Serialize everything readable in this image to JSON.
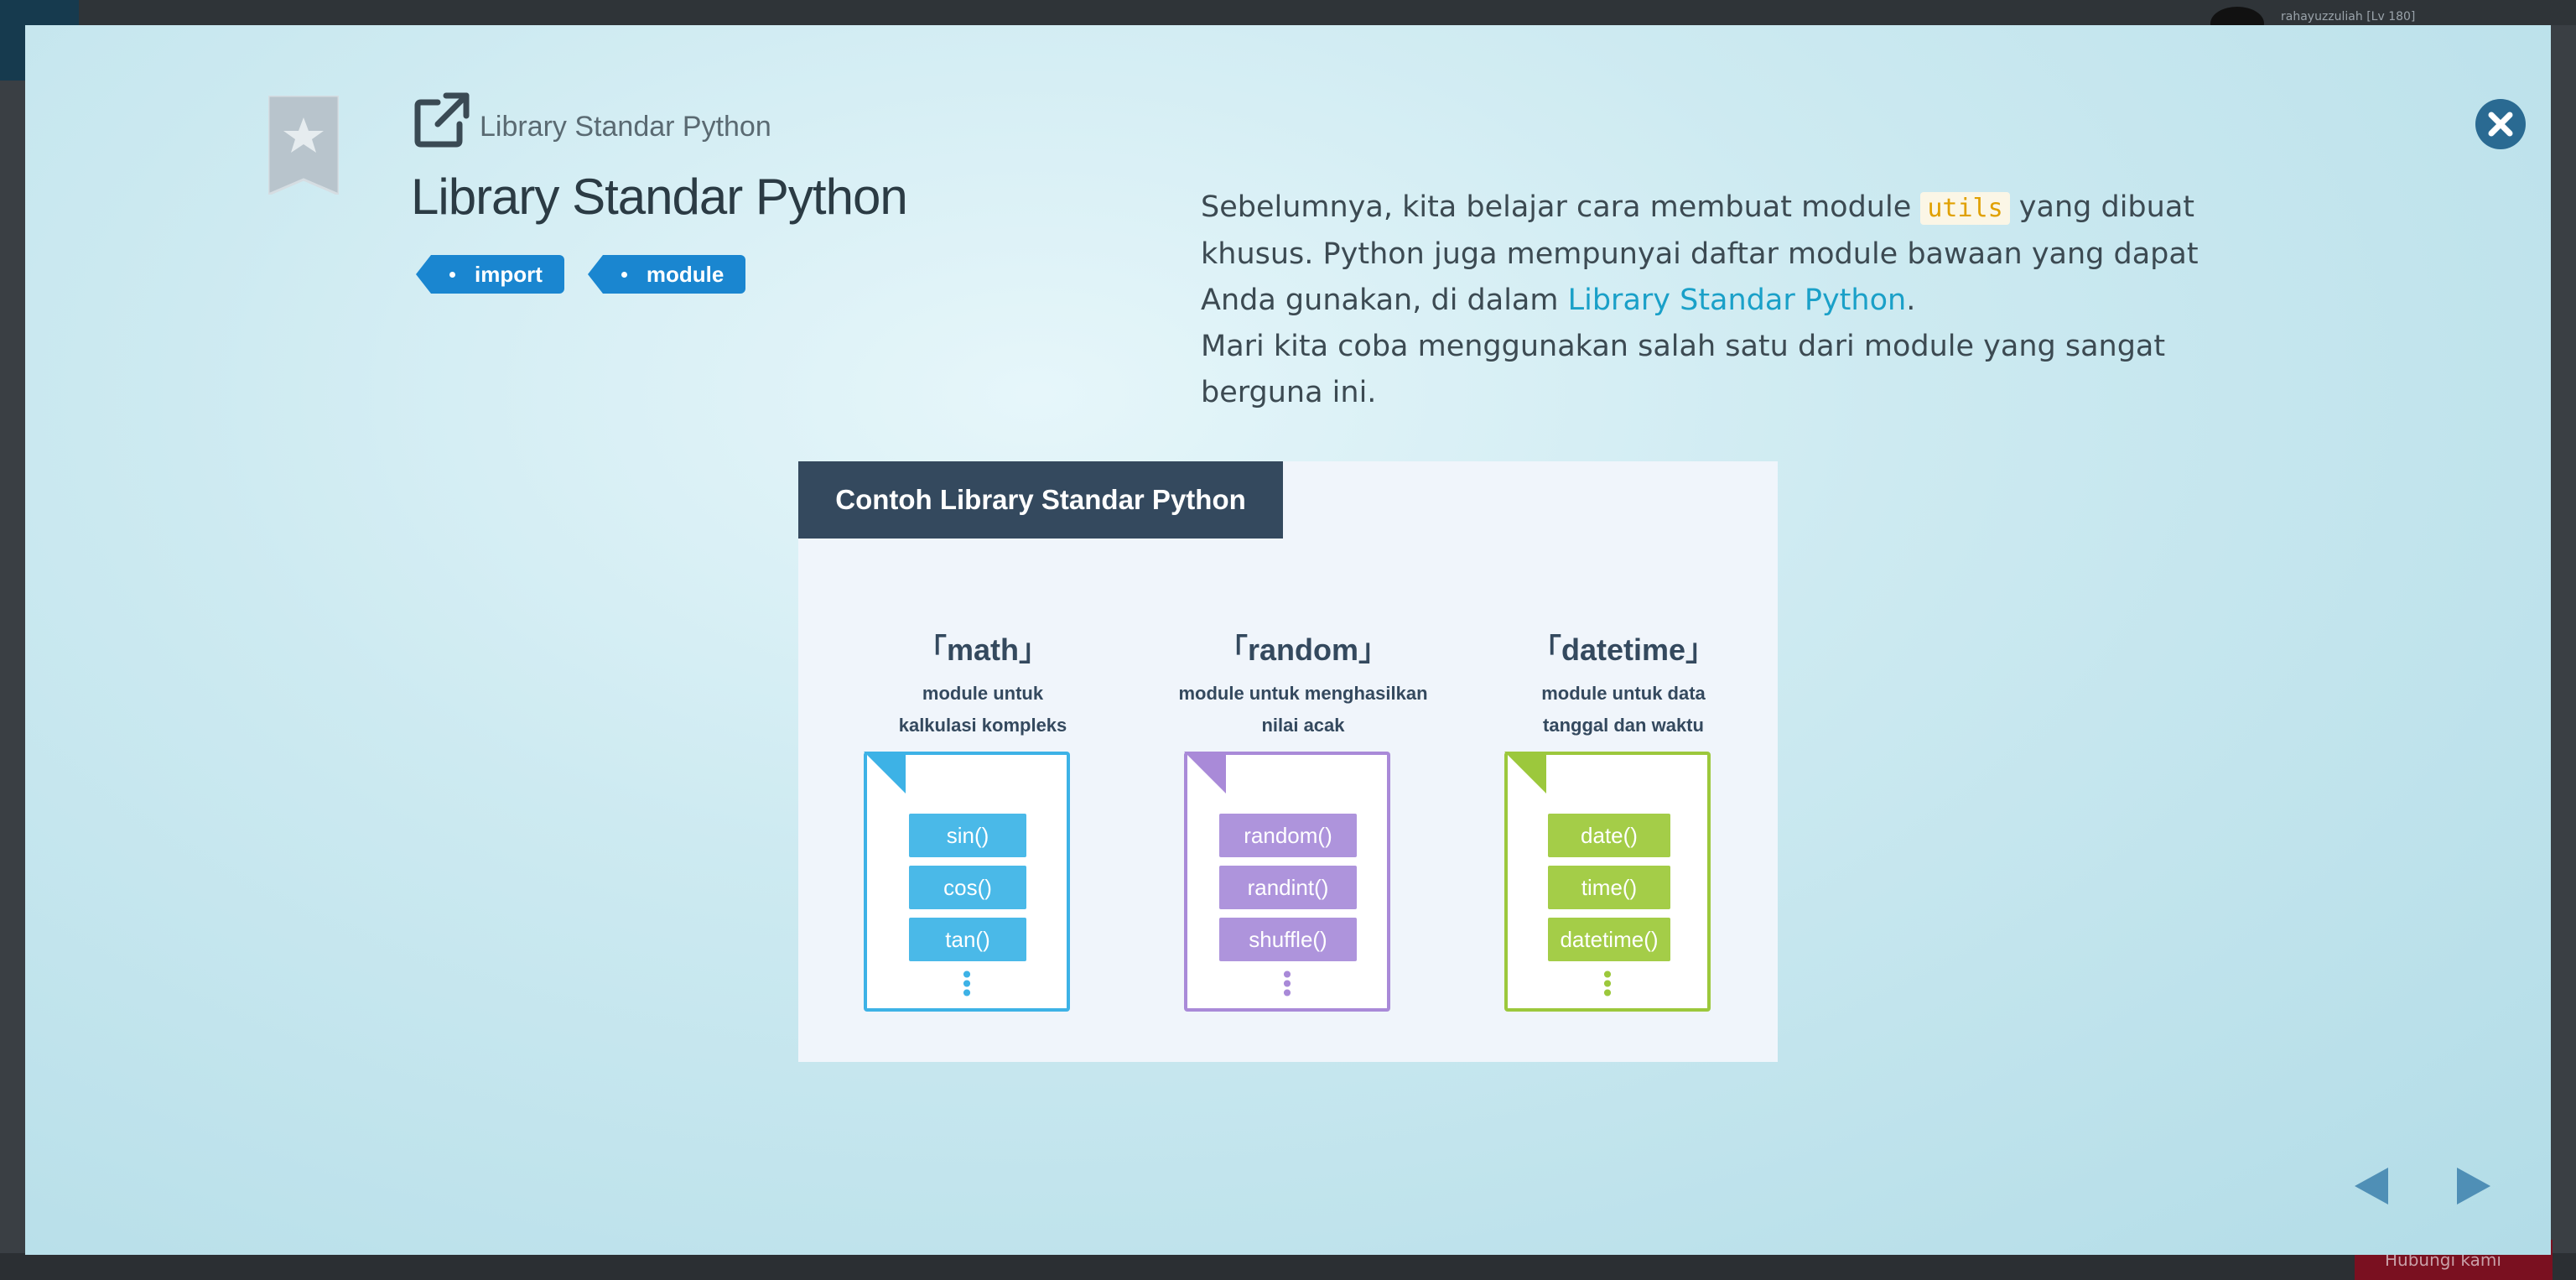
{
  "background": {
    "user_label": "rahayuzzuliah [Lv 180]",
    "bottom_button_label": "Hubungi kami"
  },
  "modal": {
    "breadcrumb": "Library Standar Python",
    "title": "Library Standar Python",
    "tags": [
      "import",
      "module"
    ],
    "description": {
      "part1": "Sebelumnya, kita belajar cara membuat module ",
      "code": "utils",
      "part2": " yang dibuat khusus. Python juga mempunyai daftar module bawaan yang dapat Anda gunakan, di dalam ",
      "link": "Library Standar Python",
      "part3": ".",
      "line2": "Mari kita coba menggunakan salah satu dari module yang sangat berguna ini."
    },
    "icons": {
      "bookmark": "bookmark-star-icon",
      "external": "external-link-icon",
      "close": "close-circle-icon",
      "prev": "triangle-left-icon",
      "next": "triangle-right-icon"
    }
  },
  "diagram": {
    "heading": "Contoh Library Standar Python",
    "modules": [
      {
        "name": "「math」",
        "desc_line1": "module untuk",
        "desc_line2": "kalkulasi kompleks",
        "functions": [
          "sin()",
          "cos()",
          "tan()"
        ],
        "color": "#3db2e6",
        "fn_color": "#4ab9e8"
      },
      {
        "name": "「random」",
        "desc_line1": "module untuk menghasilkan",
        "desc_line2": "nilai acak",
        "functions": [
          "random()",
          "randint()",
          "shuffle()"
        ],
        "color": "#a98ad8",
        "fn_color": "#ae94dc"
      },
      {
        "name": "「datetime」",
        "desc_line1": "module untuk data",
        "desc_line2": "tanggal dan waktu",
        "functions": [
          "date()",
          "time()",
          "datetime()"
        ],
        "color": "#9cc83c",
        "fn_color": "#a4cd48"
      }
    ]
  }
}
